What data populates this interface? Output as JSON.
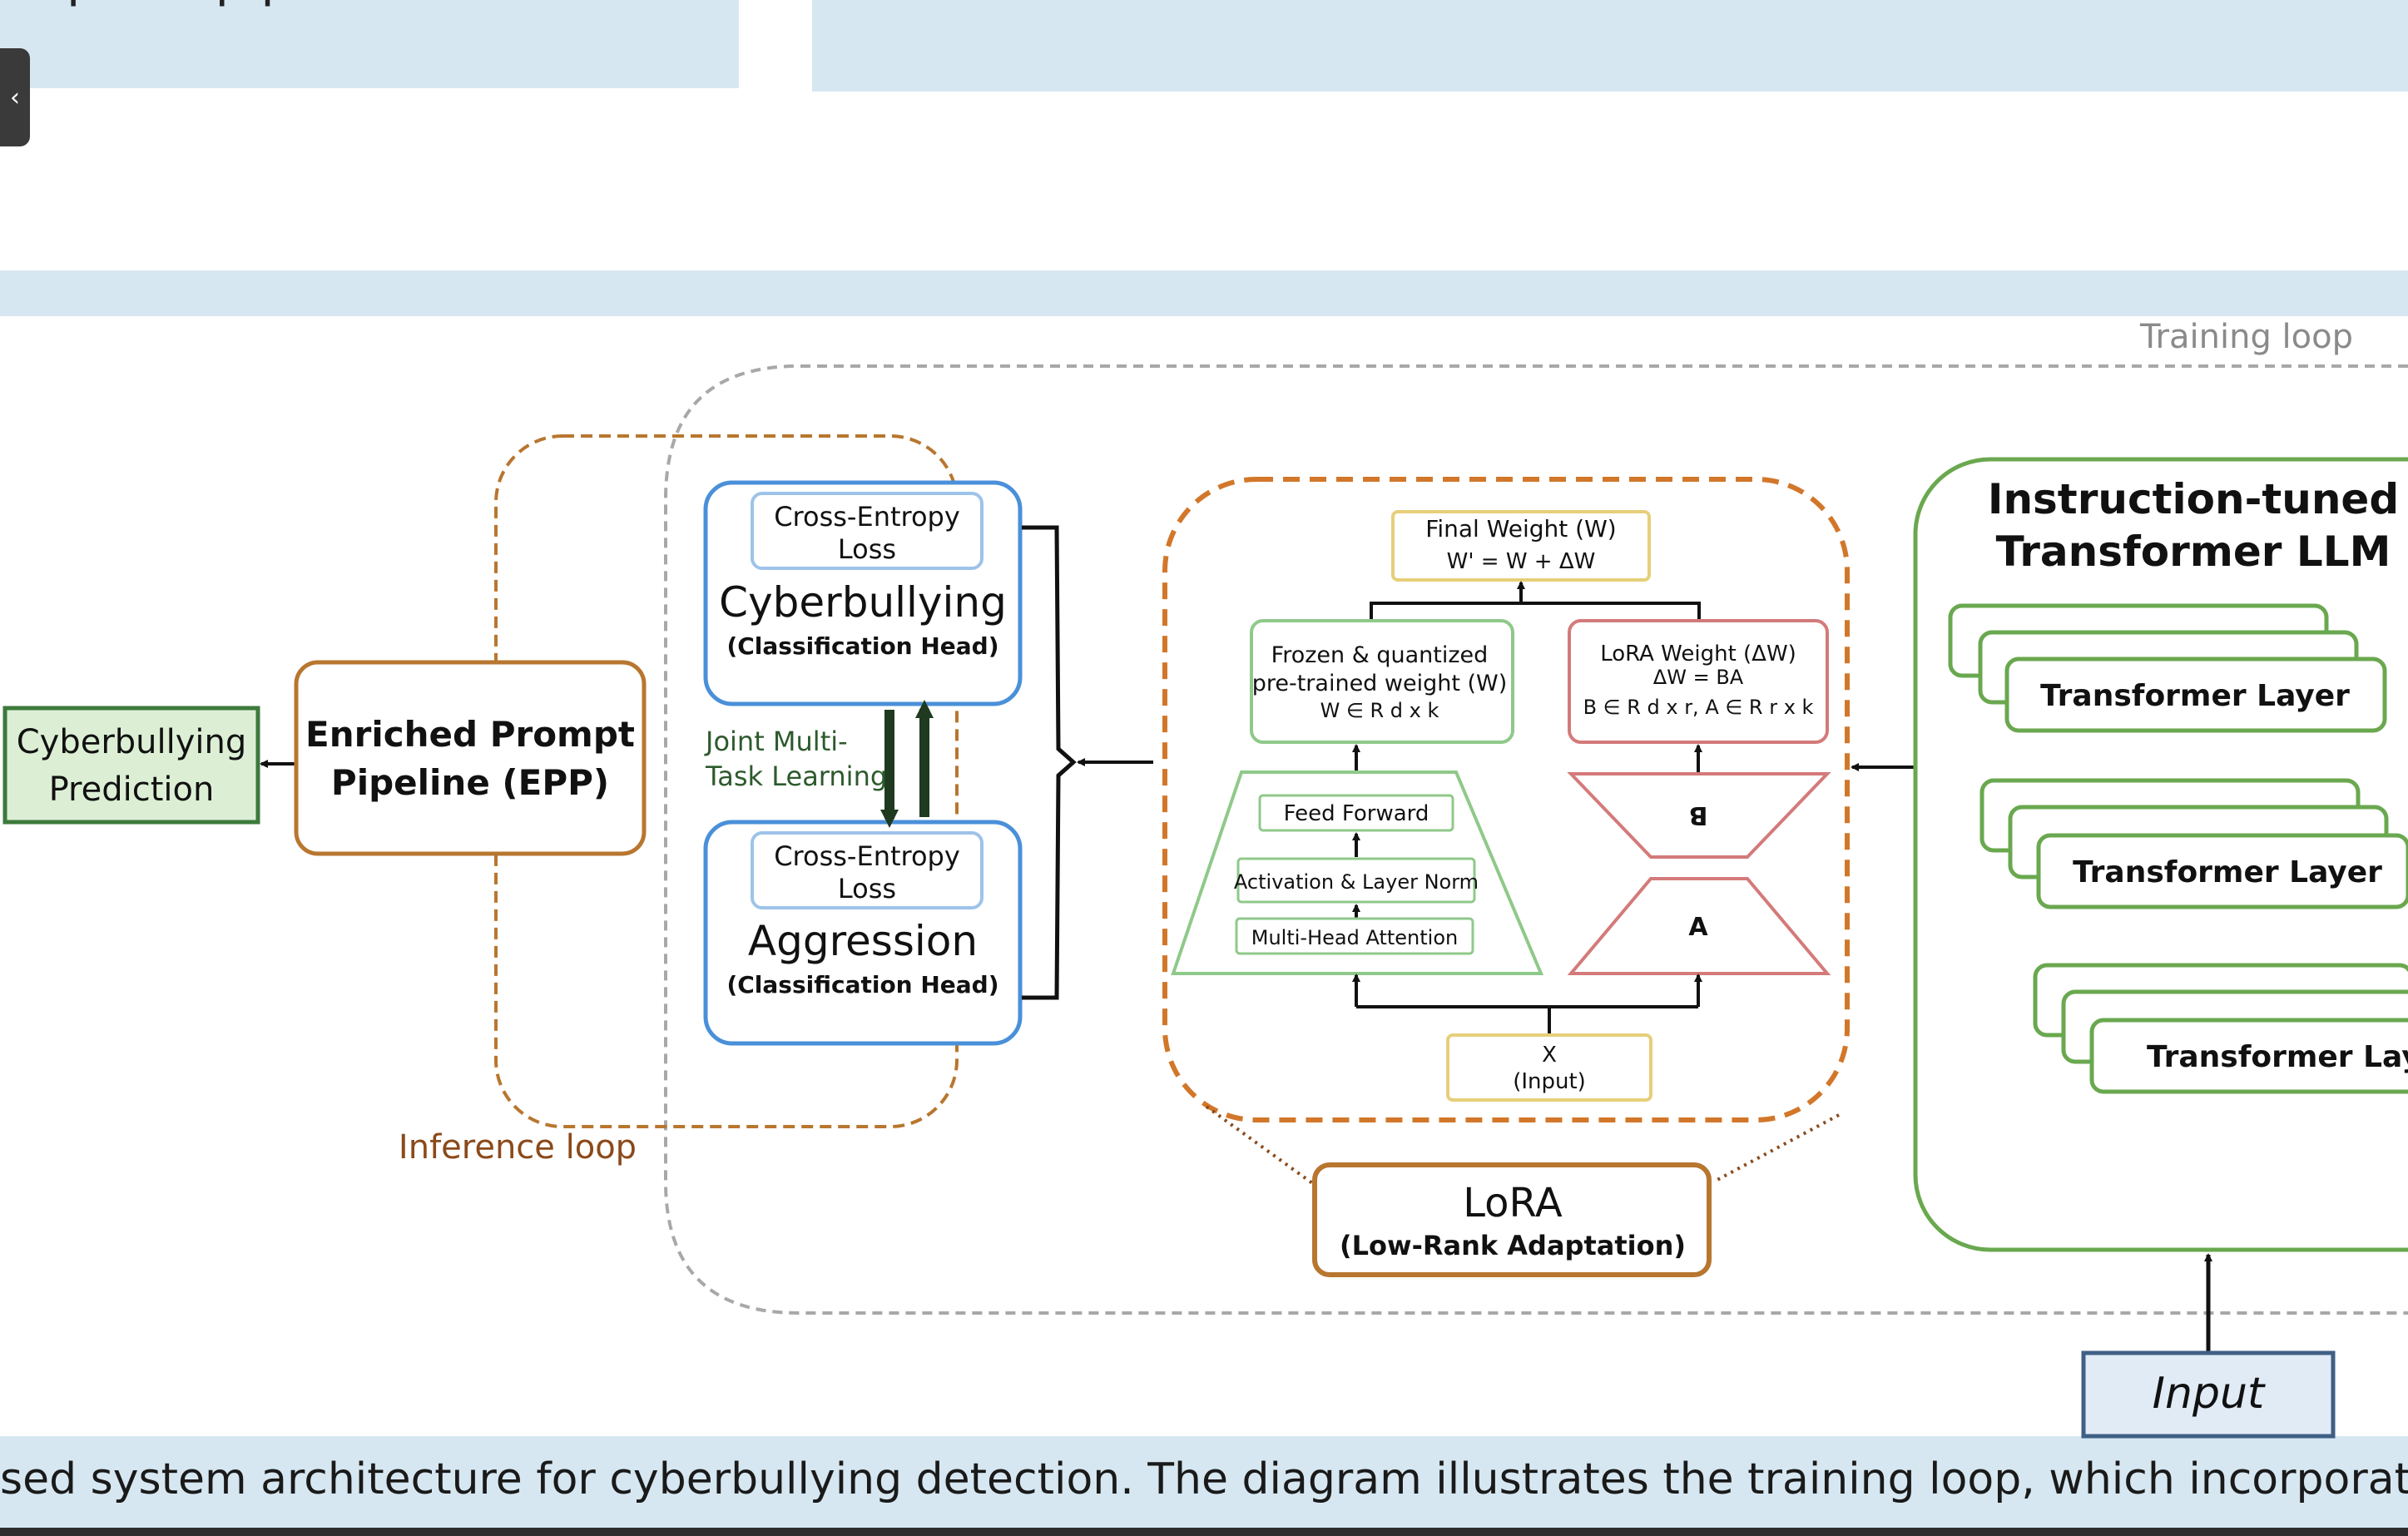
{
  "top_title_fragment": "posal pipeline text",
  "caption": "sed system architecture for cyberbullying detection. The diagram illustrates the training loop, which incorporates a",
  "sidebar_toggle": "‹",
  "diagram": {
    "training_loop_label": "Training loop",
    "inference_loop_label": "Inference loop",
    "output": {
      "line1": "Cyberbullying",
      "line2": "Prediction"
    },
    "epp": {
      "line1": "Enriched Prompt",
      "line2": "Pipeline (EPP)"
    },
    "cyberbullying_head": {
      "loss1": "Cross-Entropy",
      "loss2": "Loss",
      "title": "Cyberbullying",
      "subtitle": "(Classification Head)"
    },
    "aggression_head": {
      "loss1": "Cross-Entropy",
      "loss2": "Loss",
      "title": "Aggression",
      "subtitle": "(Classification Head)"
    },
    "joint_learning": {
      "line1": "Joint Multi-",
      "line2": "Task Learning"
    },
    "lora_detail": {
      "final_weight": {
        "line1": "Final Weight (W)",
        "line2": "W' = W + ΔW"
      },
      "frozen": {
        "line1": "Frozen & quantized",
        "line2": "pre-trained weight (W)",
        "line3": "W ∈ R d x k"
      },
      "lora_weight": {
        "line1": "LoRA Weight (ΔW)",
        "line2": "ΔW = BA",
        "line3": "B ∈ R d x r, A ∈ R r x k"
      },
      "feed_forward": "Feed Forward",
      "activation": "Activation & Layer Norm",
      "attention": "Multi-Head Attention",
      "b_label": "B",
      "a_label": "A",
      "input": {
        "line1": "X",
        "line2": "(Input)"
      }
    },
    "lora": {
      "title": "LoRA",
      "subtitle": "(Low-Rank Adaptation)"
    },
    "llm": {
      "title1": "Instruction-tuned",
      "title2": "Transformer LLM",
      "layers": [
        "Transformer Layer",
        "Transformer Layer",
        "Transformer Layer"
      ]
    },
    "input_label": "Input"
  },
  "colors": {
    "panel_blue": "#d6e7f1",
    "green": "#6aa84f",
    "orange_brown": "#b8762f",
    "blue_head": "#4a90d9",
    "red": "#d47a7a",
    "gold": "#e6cf7a"
  }
}
